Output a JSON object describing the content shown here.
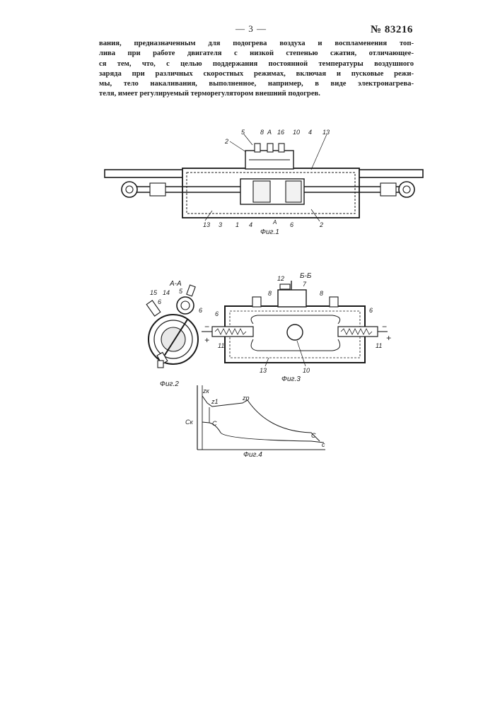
{
  "header": {
    "page_number": "— 3 —",
    "patent_number": "№ 83216"
  },
  "text_lines": [
    "вания, предназначенным для подогрева воздуха и воспламенения топ-",
    "лива при работе двигателя с низкой степенью сжатия, отличающее-",
    "ся тем, что, с целью поддержания постоянной температуры воздушного",
    "заряда при различных скоростных режимах, включая и пусковые режи-",
    "мы, тело накаливания, выполненное, например, в виде электронагрева-",
    "теля, имеет регулируемый терморегулятором внешний подогрев."
  ],
  "figures": {
    "fig1": {
      "caption": "Фиг.1",
      "labels": {
        "l5": "5",
        "l8": "8",
        "lA": "А",
        "l16": "16",
        "l10": "10",
        "l4": "4",
        "l13": "13",
        "l2": "2",
        "b13": "13",
        "b3": "3",
        "b1": "1",
        "b4": "4",
        "bA": "А",
        "b6": "6",
        "b2": "2"
      }
    },
    "fig2": {
      "caption": "Фиг.2",
      "section": "А-А",
      "labels": {
        "l15": "15",
        "l14": "14",
        "l5": "5",
        "l6a": "6",
        "l6b": "6"
      }
    },
    "fig3": {
      "caption": "Фиг.3",
      "section": "Б-Б",
      "labels": {
        "l12": "12",
        "l7": "7",
        "l8a": "8",
        "l8b": "8",
        "l6a": "6",
        "l6b": "6",
        "l11a": "11",
        "l11b": "11",
        "l13": "13",
        "l10": "10",
        "minus_left": "−",
        "plus_left": "+",
        "minus_right": "−",
        "plus_right": "+"
      }
    },
    "fig4": {
      "caption": "Фиг.4",
      "labels": {
        "zk": "zк",
        "z1": "z1",
        "zp": "zр",
        "ck": "Cк",
        "c_mid": "C",
        "c_right": "C",
        "c_end": "c"
      }
    }
  }
}
